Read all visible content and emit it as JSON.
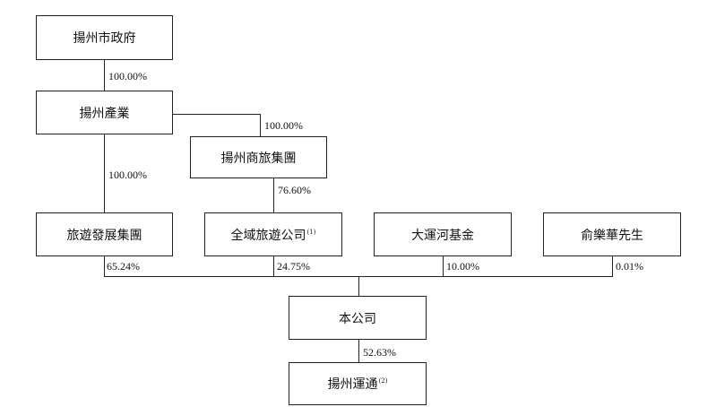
{
  "entities": {
    "yangzhou_gov": "揚州市政府",
    "yangzhou_industry": "揚州產業",
    "yangzhou_commerce_tourism": "揚州商旅集團",
    "tourism_development": "旅遊發展集團",
    "allregion_tourism": "全域旅遊公司",
    "grand_canal_fund": "大運河基金",
    "mr_yu": "俞樂華先生",
    "company": "本公司",
    "yangzhou_transport": "揚州運通"
  },
  "notes": {
    "allregion_tourism": "(1)",
    "yangzhou_transport": "(2)"
  },
  "shareholdings": {
    "gov_to_industry": "100.00%",
    "industry_to_commerce": "100.00%",
    "industry_to_tourism_dev": "100.00%",
    "commerce_to_allregion": "76.60%",
    "tourism_dev_to_company": "65.24%",
    "allregion_to_company": "24.75%",
    "fund_to_company": "10.00%",
    "yu_to_company": "0.01%",
    "company_to_transport": "52.63%"
  }
}
